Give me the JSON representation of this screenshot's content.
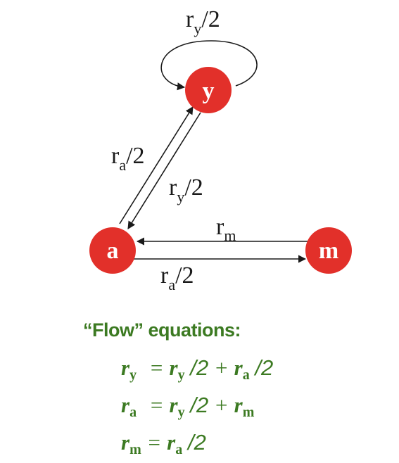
{
  "nodes": {
    "y": {
      "label": "y",
      "color": "#e2302a"
    },
    "a": {
      "label": "a",
      "color": "#e2302a"
    },
    "m": {
      "label": "m",
      "color": "#e2302a"
    }
  },
  "edges": {
    "y_self": {
      "base": "r",
      "sub": "y",
      "rest": "/2"
    },
    "a_to_y": {
      "base": "r",
      "sub": "a",
      "rest": "/2"
    },
    "y_to_a": {
      "base": "r",
      "sub": "y",
      "rest": "/2"
    },
    "m_to_a": {
      "base": "r",
      "sub": "m",
      "rest": ""
    },
    "a_to_m": {
      "base": "r",
      "sub": "a",
      "rest": "/2"
    }
  },
  "equations": {
    "title": "“Flow” equations:",
    "eq1": {
      "lhs_base": "r",
      "lhs_sub": "y",
      "eq": "=",
      "t1_base": "r",
      "t1_sub": "y",
      "t1_rest": "/2",
      "plus": "+",
      "t2_base": "r",
      "t2_sub": "a",
      "t2_rest": "/2"
    },
    "eq2": {
      "lhs_base": "r",
      "lhs_sub": "a",
      "eq": "=",
      "t1_base": "r",
      "t1_sub": "y",
      "t1_rest": "/2",
      "plus": "+",
      "t2_base": "r",
      "t2_sub": "m"
    },
    "eq3": {
      "lhs_base": "r",
      "lhs_sub": "m",
      "eq": "=",
      "t1_base": "r",
      "t1_sub": "a",
      "t1_rest": "/2"
    }
  },
  "colors": {
    "node": "#e2302a",
    "equation": "#3c7a22",
    "edge": "#1a1a1a"
  }
}
